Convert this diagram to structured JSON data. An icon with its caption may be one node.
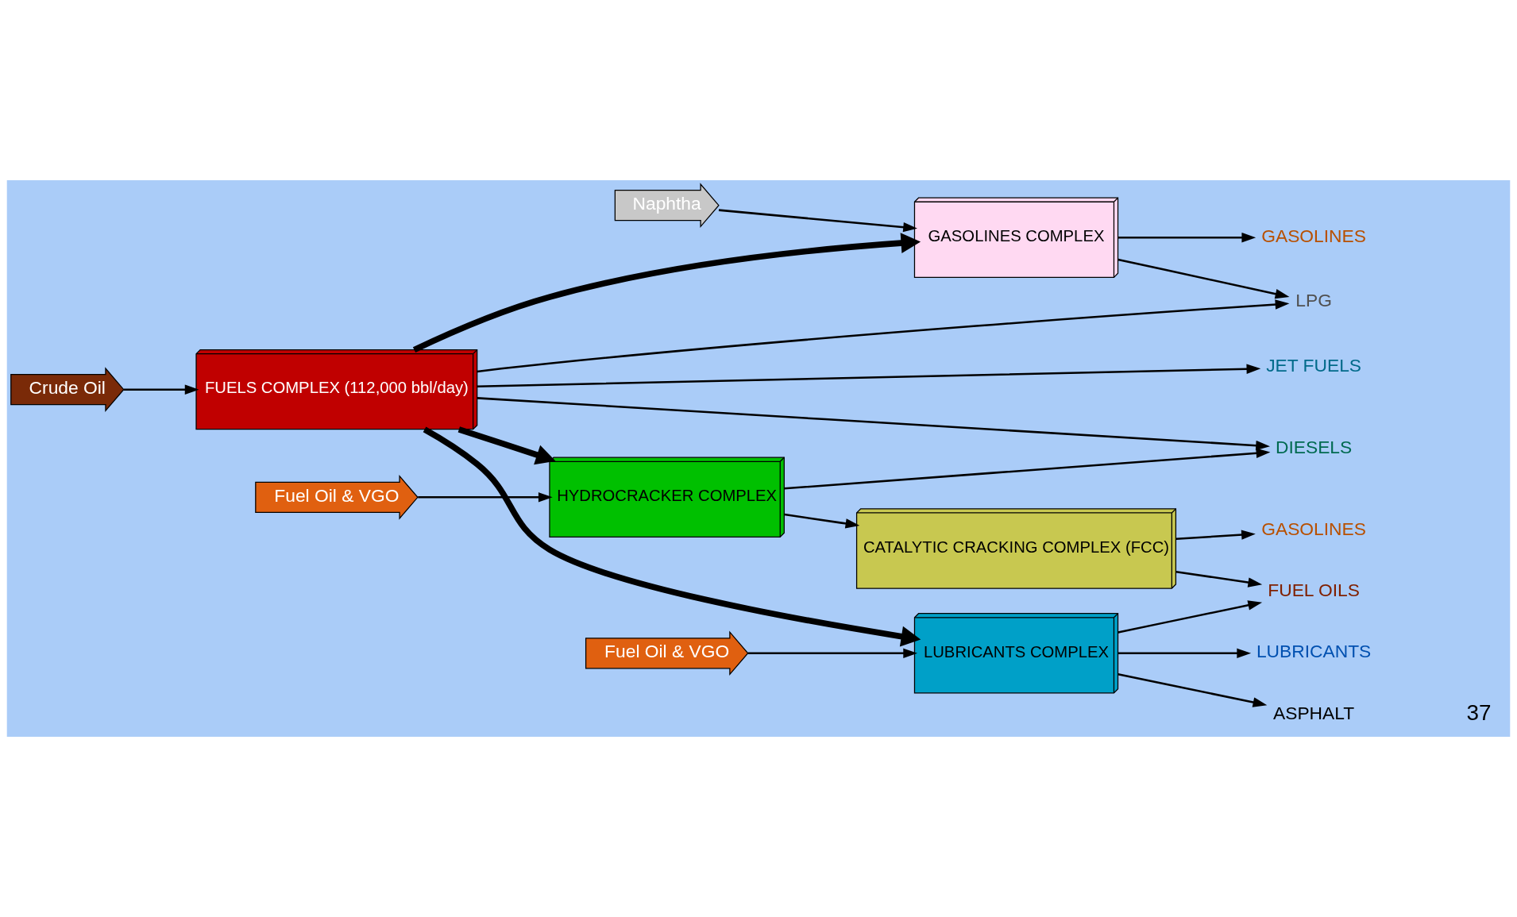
{
  "diagram": {
    "nodes": [
      {
        "text": [
          "Naphtha"
        ]
      },
      {
        "text": [
          "GASOLINES COMPLEX"
        ]
      },
      {
        "text": [
          "LPG"
        ]
      },
      {
        "text": [
          "GASOLINES"
        ]
      },
      {
        "text": [
          "Crude Oil"
        ]
      },
      {
        "text": [
          "FUELS COMPLEX (112,000 bbl/day)"
        ]
      },
      {
        "text": [
          "JET FUELS"
        ]
      },
      {
        "text": [
          "DIESELS"
        ]
      },
      {
        "text": [
          "Fuel Oil & VGO"
        ]
      },
      {
        "text": [
          "HYDROCRACKER COMPLEX"
        ]
      },
      {
        "text": [
          "CATALYTIC CRACKING COMPLEX (FCC)"
        ]
      },
      {
        "text": [
          "GASOLINES"
        ]
      },
      {
        "text": [
          "Fuel Oil & VGO"
        ]
      },
      {
        "text": [
          "LUBRICANTS COMPLEX"
        ]
      },
      {
        "text": [
          "LUBRICANTS"
        ]
      },
      {
        "text": [
          "FUEL OILS"
        ]
      },
      {
        "text": [
          "ASPHALT"
        ]
      }
    ],
    "edges": [
      {
        "from": 0,
        "to": 1,
        "arrow": "to"
      },
      {
        "from": 4,
        "to": 5,
        "arrow": "to"
      },
      {
        "from": 5,
        "to": 1,
        "arrow": "to",
        "style": "thick"
      },
      {
        "from": 5,
        "to": 2,
        "arrow": "to"
      },
      {
        "from": 1,
        "to": 2,
        "arrow": "to"
      },
      {
        "from": 1,
        "to": 3,
        "arrow": "to"
      },
      {
        "from": 5,
        "to": 6,
        "arrow": "to"
      },
      {
        "from": 5,
        "to": 7,
        "arrow": "to"
      },
      {
        "from": 9,
        "to": 7,
        "arrow": "to"
      },
      {
        "from": 5,
        "to": 9,
        "arrow": "to",
        "style": "thick"
      },
      {
        "from": 8,
        "to": 9,
        "arrow": "to"
      },
      {
        "from": 9,
        "to": 10,
        "arrow": "to"
      },
      {
        "from": 10,
        "to": 11,
        "arrow": "to"
      },
      {
        "from": 10,
        "to": 15,
        "arrow": "to"
      },
      {
        "from": 5,
        "to": 13,
        "arrow": "to",
        "style": "thick"
      },
      {
        "from": 12,
        "to": 13,
        "arrow": "to"
      },
      {
        "from": 13,
        "to": 14,
        "arrow": "to"
      },
      {
        "from": 13,
        "to": 15,
        "arrow": "to"
      },
      {
        "from": 13,
        "to": 16,
        "arrow": "to"
      }
    ],
    "labels": [
      "37"
    ]
  }
}
